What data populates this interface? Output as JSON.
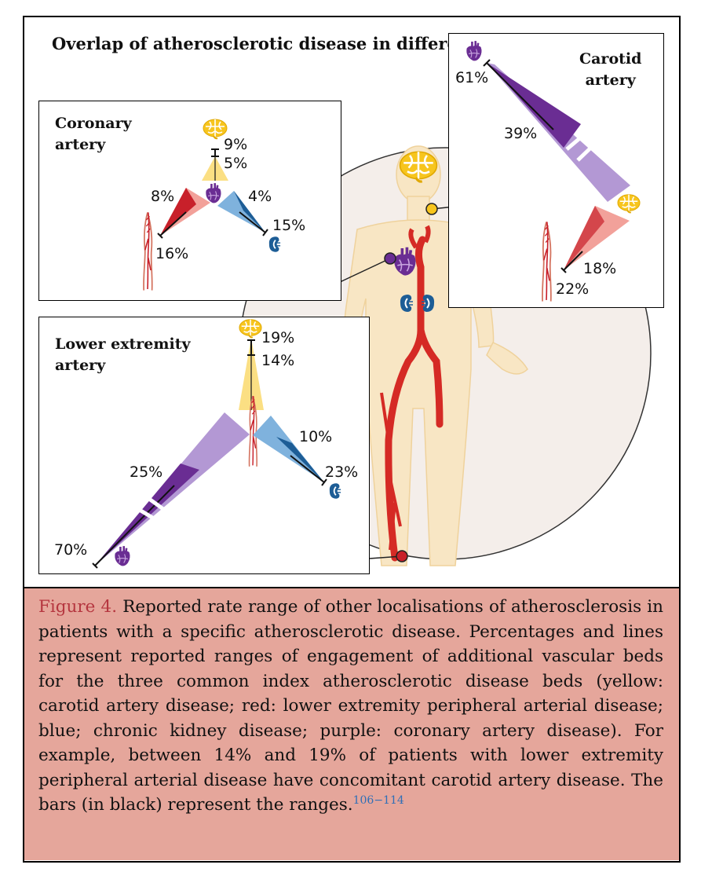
{
  "title": "Overlap of atherosclerotic disease in different vascular beds",
  "coronary": {
    "title": "Coronary\nartery",
    "carotid_high": "9%",
    "carotid_low": "5%",
    "leg_high": "16%",
    "leg_low": "8%",
    "kidney_high": "15%",
    "kidney_low": "4%"
  },
  "carotid_box": {
    "title": "Carotid\nartery",
    "coronary_high": "61%",
    "coronary_low": "39%",
    "leg_high": "22%",
    "leg_low": "18%"
  },
  "lower": {
    "title": "Lower extremity\nartery",
    "carotid_high": "19%",
    "carotid_low": "14%",
    "coronary_high": "70%",
    "coronary_low": "25%",
    "kidney_high": "23%",
    "kidney_low": "10%"
  },
  "caption": {
    "label": "Figure 4.",
    "text": " Reported rate range of other localisations of atherosclerosis in patients with a specific atherosclerotic disease. Percentages and lines represent reported ranges of engagement of additional vascular beds for the three common index atherosclerotic disease beds (yellow: carotid artery disease; red: lower extremity peripheral arterial disease; blue; chronic kidney disease; purple: coronary artery disease). For example, between 14% and 19% of patients with lower extremity peripheral arterial disease have concomitant carotid artery disease. The bars (in black) represent the ranges.",
    "citation": "106−114"
  },
  "colors": {
    "carotid": "#f7c51e",
    "leg": "#c8202a",
    "kidney": "#1d5d96",
    "coronary": "#6a2d93",
    "caption_bg": "#e5a69b",
    "figure_label": "#b5363f"
  }
}
